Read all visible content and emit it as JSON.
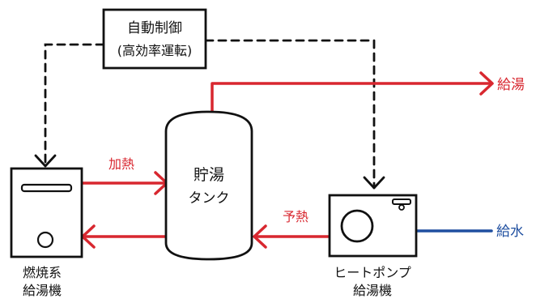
{
  "controller": {
    "line1": "自動制御",
    "line2": "(高効率運転)"
  },
  "tank": {
    "line1": "貯湯",
    "line2": "タンク"
  },
  "combustion_heater": {
    "line1": "燃焼系",
    "line2": "給湯機"
  },
  "heat_pump": {
    "line1": "ヒートポンプ",
    "line2": "給湯機"
  },
  "edges": {
    "heating": "加熱",
    "preheating": "予熱",
    "hot_water_supply": "給湯",
    "water_supply": "給水"
  },
  "colors": {
    "hot": "#d8272f",
    "cold": "#1f4fa0",
    "ink": "#111111"
  }
}
